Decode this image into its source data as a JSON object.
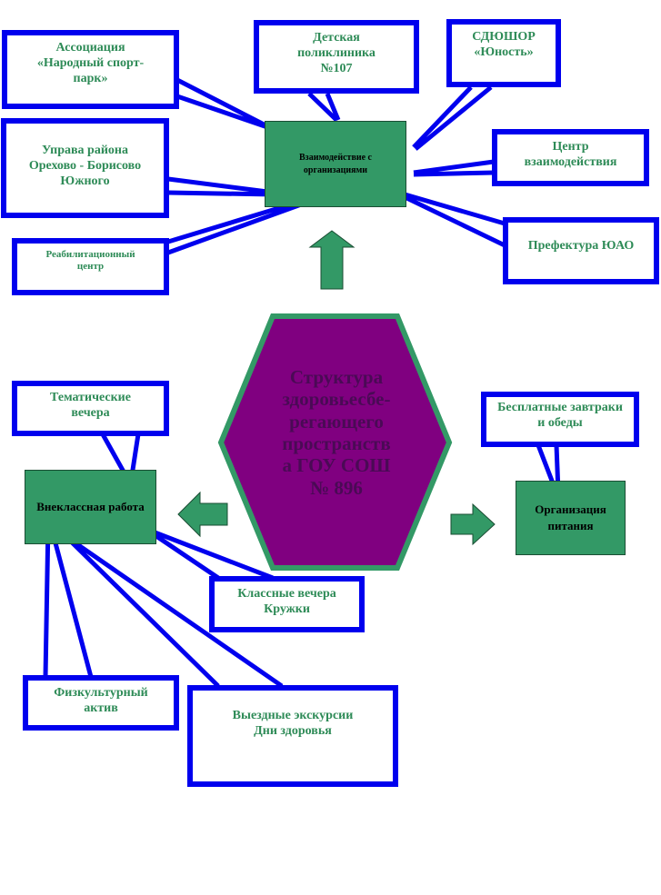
{
  "colors": {
    "callout_border": "#0000ee",
    "callout_text": "#2e8b57",
    "node_fill": "#339966",
    "hexagon_fill": "#800080",
    "hexagon_border": "#339966",
    "arrow_fill": "#339966"
  },
  "center": {
    "title_lines": [
      "Структура",
      "здоровьесбе-",
      "регающего",
      "пространств",
      "а ГОУ СОШ",
      "№ 896"
    ]
  },
  "nodes": {
    "interaction": "Взаимодействие с организациями",
    "extracurricular": "Внеклассная работа",
    "nutrition": "Организация питания"
  },
  "callouts": {
    "association": "Ассоциация «Народный спорт-парк»",
    "clinic": "Детская поликлиника №107",
    "sport_school": "СДЮШОР «Юность»",
    "district_council": "Управа района Орехово - Борисово Южного",
    "interaction_center": "Центр взаимодействия",
    "rehab_center": "Реабилитационный центр",
    "prefecture": "Префектура ЮАО",
    "thematic_evenings": "Тематические вечера",
    "free_meals": "Бесплатные завтраки и обеды",
    "class_evenings": "Классные вечера Кружки",
    "sport_activists": "Физкультурный актив",
    "excursions": "Выездные экскурсии Дни здоровья"
  }
}
